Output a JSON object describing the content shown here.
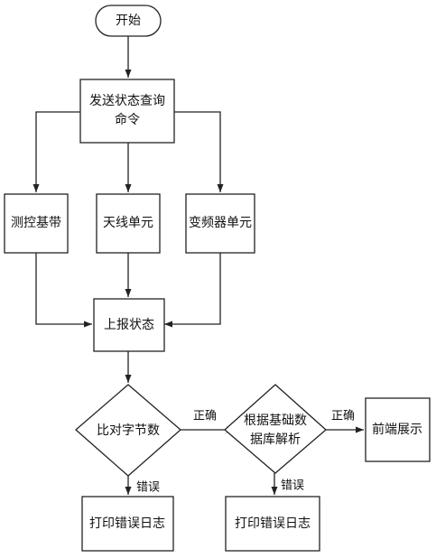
{
  "nodes": {
    "start": "开始",
    "send_query_line1": "发送状态查询",
    "send_query_line2": "命令",
    "tt_baseband": "测控基带",
    "antenna": "天线单元",
    "freq_conv": "变频器单元",
    "report": "上报状态",
    "compare_bytes": "比对字节数",
    "parse_line1": "根据基础数",
    "parse_line2": "据库解析",
    "display": "前端展示",
    "log1": "打印错误日志",
    "log2": "打印错误日志"
  },
  "edge_labels": {
    "compare_ok": "正确",
    "compare_err": "错误",
    "parse_ok": "正确",
    "parse_err": "错误"
  },
  "colors": {
    "stroke": "#222222",
    "fill": "#ffffff"
  }
}
